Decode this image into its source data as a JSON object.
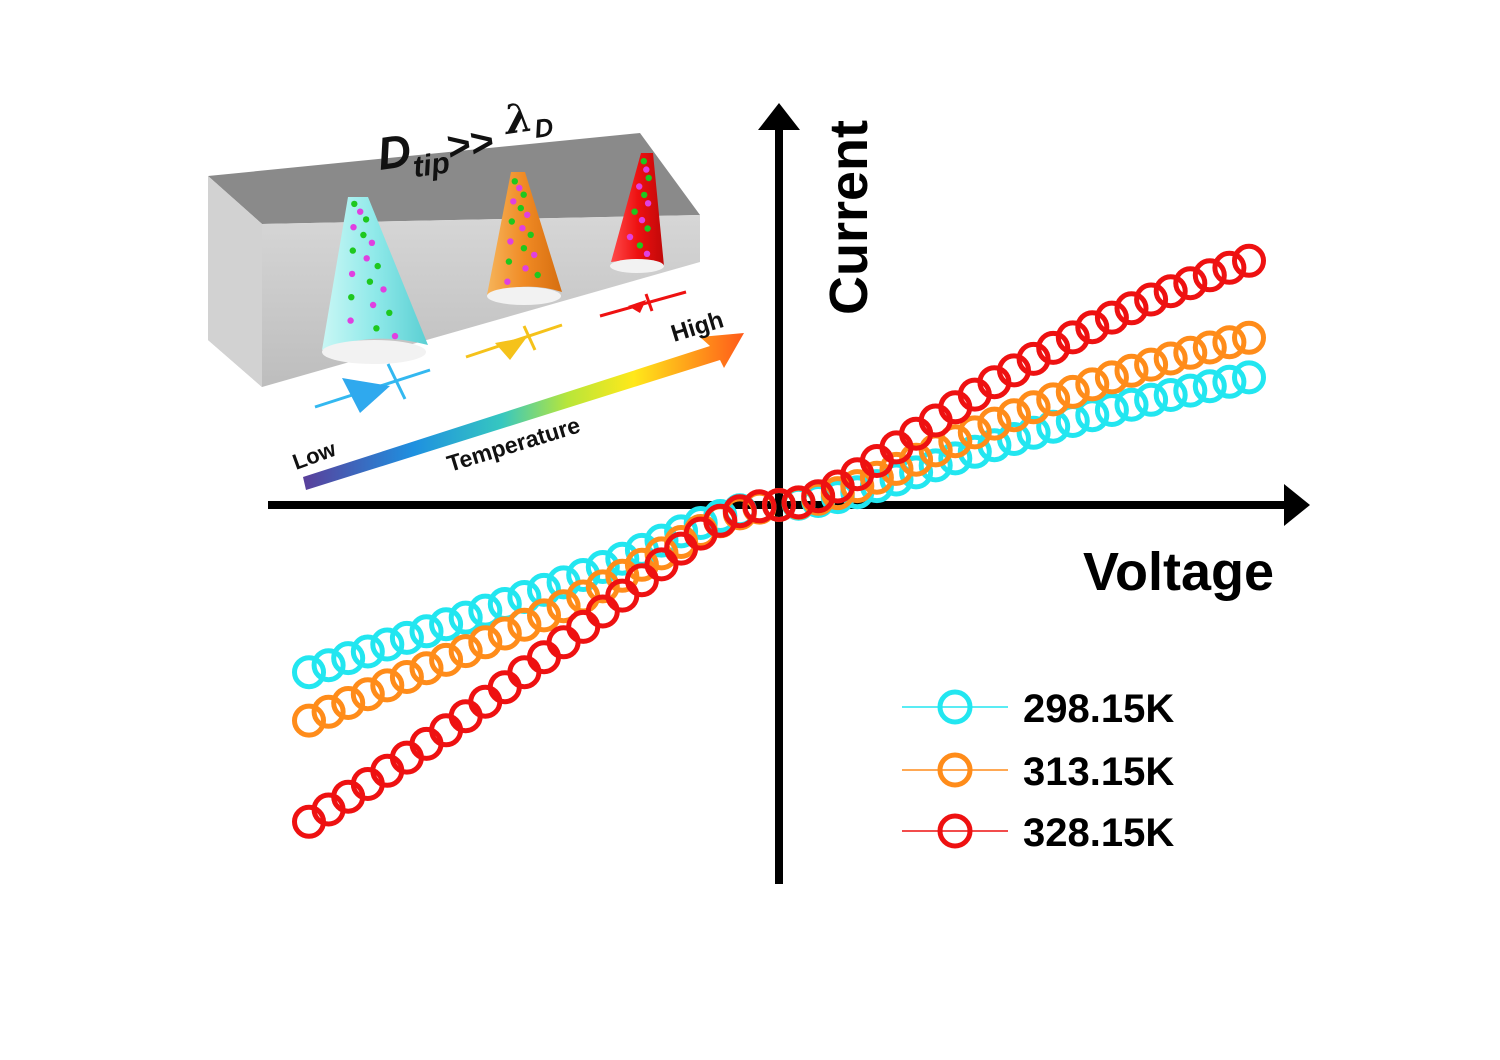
{
  "chart_data": {
    "type": "scatter",
    "xlabel": "Voltage",
    "ylabel": "Current",
    "x": [
      -1.0,
      -0.9583,
      -0.9167,
      -0.875,
      -0.8333,
      -0.7917,
      -0.75,
      -0.7083,
      -0.6667,
      -0.625,
      -0.5833,
      -0.5417,
      -0.5,
      -0.4583,
      -0.4167,
      -0.375,
      -0.3333,
      -0.2917,
      -0.25,
      -0.2083,
      -0.1667,
      -0.125,
      -0.0833,
      -0.0417,
      0.0,
      0.0417,
      0.0833,
      0.125,
      0.1667,
      0.2083,
      0.25,
      0.2917,
      0.3333,
      0.375,
      0.4167,
      0.4583,
      0.5,
      0.5417,
      0.5833,
      0.625,
      0.6667,
      0.7083,
      0.75,
      0.7917,
      0.8333,
      0.875,
      0.9167,
      0.9583,
      1.0
    ],
    "xlim": [
      -1.1,
      1.15
    ],
    "ylim": [
      -0.8,
      0.85
    ],
    "series": [
      {
        "name": "298.15K",
        "color": "#22e6f0",
        "values": [
          -0.38,
          -0.364,
          -0.348,
          -0.333,
          -0.317,
          -0.302,
          -0.287,
          -0.271,
          -0.256,
          -0.24,
          -0.225,
          -0.209,
          -0.193,
          -0.176,
          -0.159,
          -0.141,
          -0.122,
          -0.102,
          -0.081,
          -0.06,
          -0.041,
          -0.025,
          -0.012,
          -0.004,
          0.0,
          0.003,
          0.009,
          0.018,
          0.029,
          0.043,
          0.058,
          0.074,
          0.09,
          0.106,
          0.121,
          0.136,
          0.15,
          0.164,
          0.178,
          0.191,
          0.204,
          0.216,
          0.228,
          0.239,
          0.25,
          0.26,
          0.27,
          0.28,
          0.29
        ]
      },
      {
        "name": "313.15K",
        "color": "#ff8c1a",
        "values": [
          -0.49,
          -0.47,
          -0.45,
          -0.43,
          -0.41,
          -0.391,
          -0.371,
          -0.352,
          -0.332,
          -0.312,
          -0.292,
          -0.272,
          -0.251,
          -0.23,
          -0.208,
          -0.185,
          -0.161,
          -0.136,
          -0.11,
          -0.084,
          -0.059,
          -0.037,
          -0.019,
          -0.006,
          0.0,
          0.005,
          0.014,
          0.027,
          0.043,
          0.062,
          0.082,
          0.103,
          0.124,
          0.145,
          0.165,
          0.185,
          0.204,
          0.222,
          0.24,
          0.257,
          0.274,
          0.29,
          0.305,
          0.319,
          0.333,
          0.346,
          0.358,
          0.37,
          0.38
        ]
      },
      {
        "name": "328.15K",
        "color": "#ee1111",
        "values": [
          -0.72,
          -0.692,
          -0.663,
          -0.634,
          -0.604,
          -0.574,
          -0.543,
          -0.512,
          -0.48,
          -0.447,
          -0.414,
          -0.38,
          -0.346,
          -0.312,
          -0.277,
          -0.242,
          -0.206,
          -0.171,
          -0.135,
          -0.099,
          -0.065,
          -0.036,
          -0.014,
          -0.003,
          0.0,
          0.006,
          0.02,
          0.042,
          0.07,
          0.1,
          0.131,
          0.162,
          0.192,
          0.222,
          0.251,
          0.279,
          0.306,
          0.332,
          0.357,
          0.381,
          0.404,
          0.426,
          0.447,
          0.467,
          0.486,
          0.504,
          0.522,
          0.539,
          0.555
        ]
      }
    ],
    "legend": {
      "placement": "bottom-right",
      "style": "open-circle-with-line"
    },
    "grid": false
  },
  "inset": {
    "title_main": "D",
    "title_sub": "tip",
    "title_relation": ">>",
    "title_lambda": "λ",
    "title_lambda_sub": "D",
    "temp_low": "Low",
    "temp_high": "High",
    "temp_label": "Temperature",
    "colors": {
      "cyan": "#7fe8e8",
      "orange": "#f08a24",
      "red": "#ee1111",
      "green_dot": "#1ec81e",
      "magenta_dot": "#e040e0"
    }
  }
}
